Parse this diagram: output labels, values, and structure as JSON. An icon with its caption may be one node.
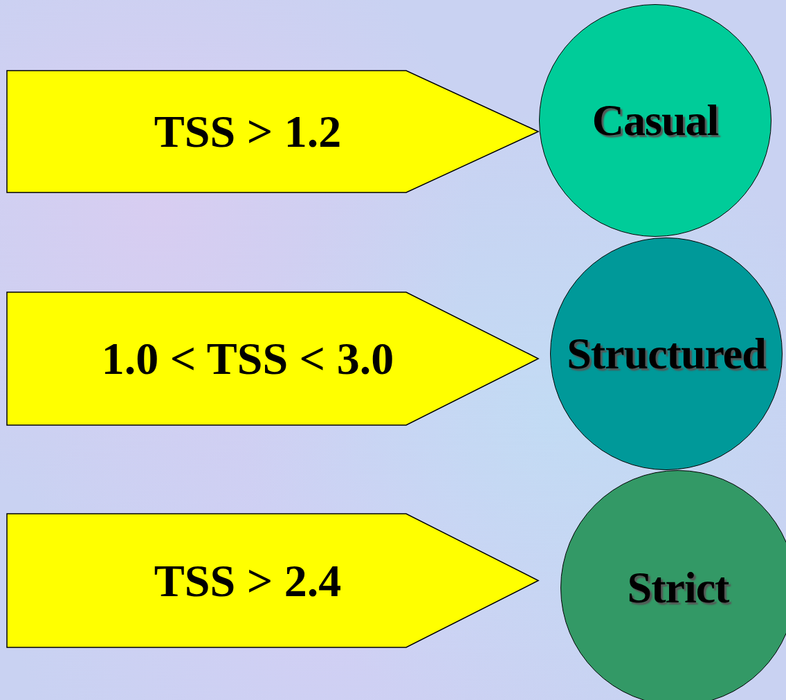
{
  "diagram": {
    "nodes": [
      {
        "text": [
          "TSS > 1.2"
        ]
      },
      {
        "text": [
          "Casual"
        ]
      },
      {
        "text": [
          "1.0 < TSS < 3.0"
        ]
      },
      {
        "text": [
          "Structured"
        ]
      },
      {
        "text": [
          "TSS > 2.4"
        ]
      },
      {
        "text": [
          "Strict"
        ]
      }
    ]
  }
}
